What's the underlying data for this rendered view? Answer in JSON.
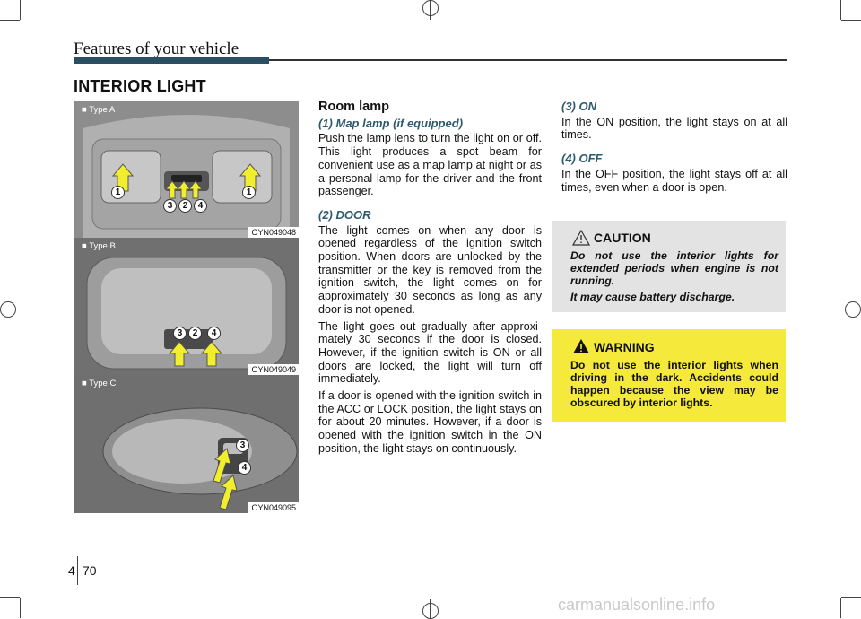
{
  "header": {
    "title": "Features of your vehicle"
  },
  "section_title": "INTERIOR LIGHT",
  "photos": [
    {
      "label": "■ Type A",
      "code": "OYN049048"
    },
    {
      "label": "■ Type B",
      "code": "OYN049049"
    },
    {
      "label": "■ Type C",
      "code": "OYN049095"
    }
  ],
  "callouts": {
    "one": "1",
    "two": "2",
    "three": "3",
    "four": "4"
  },
  "col1": {
    "heading": "Room lamp",
    "sub1": "(1) Map lamp (if equipped)",
    "p1": "Push the lamp lens to turn the light on or off. This light produces a spot beam for convenient use as a map lamp at night or as a personal lamp for the driver and the front passenger.",
    "sub2": "(2) DOOR",
    "p2": "The light comes on when any door is opened regardless of the ignition switch position. When doors are unlocked by the transmitter or the key is removed from the ignition switch, the light comes on for approximately 30 seconds as long as any door is not opened.",
    "p3": "The light goes out gradually after approxi-mately 30 seconds if the door is closed. However, if the ignition switch is ON or all doors are locked, the light will turn off immediately.",
    "p4": "If a door is opened with the ignition switch in the ACC or LOCK position, the light stays on for about 20 minutes. However, if a door is opened with the ignition switch in the ON position, the light stays on continuously."
  },
  "col2": {
    "sub3": "(3) ON",
    "p5": "In the ON position, the light stays on at all times.",
    "sub4": "(4) OFF",
    "p6": "In the OFF position, the light stays off at all times, even when a door is open."
  },
  "caution": {
    "title": "CAUTION",
    "line1": "Do not use the interior lights for extended periods when engine is not running.",
    "line2": "It may cause battery discharge."
  },
  "warning": {
    "title": "WARNING",
    "text": "Do not use the interior lights when driving in the dark. Accidents could happen because the view may be obscured by interior lights."
  },
  "page": {
    "chapter": "4",
    "number": "70"
  },
  "watermark": "carmanualsonline.info",
  "colors": {
    "accent": "#2a4f63",
    "warning_bg": "#f5e93b",
    "caution_bg": "#e3e3e3",
    "arrow": "#f1ee2e"
  }
}
